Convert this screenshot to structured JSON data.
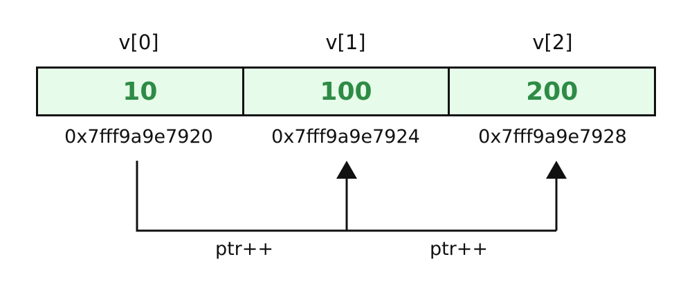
{
  "array": {
    "elements": [
      {
        "index_label": "v[0]",
        "value": "10",
        "address": "0x7fff9a9e7920"
      },
      {
        "index_label": "v[1]",
        "value": "100",
        "address": "0x7fff9a9e7924"
      },
      {
        "index_label": "v[2]",
        "value": "200",
        "address": "0x7fff9a9e7928"
      }
    ]
  },
  "pointer": {
    "steps": [
      {
        "label": "ptr++",
        "from": 0,
        "to": 1
      },
      {
        "label": "ptr++",
        "from": 1,
        "to": 2
      }
    ]
  },
  "colors": {
    "cell_fill": "#e6fbe9",
    "value_text": "#2e8b46",
    "outline": "#111111"
  }
}
